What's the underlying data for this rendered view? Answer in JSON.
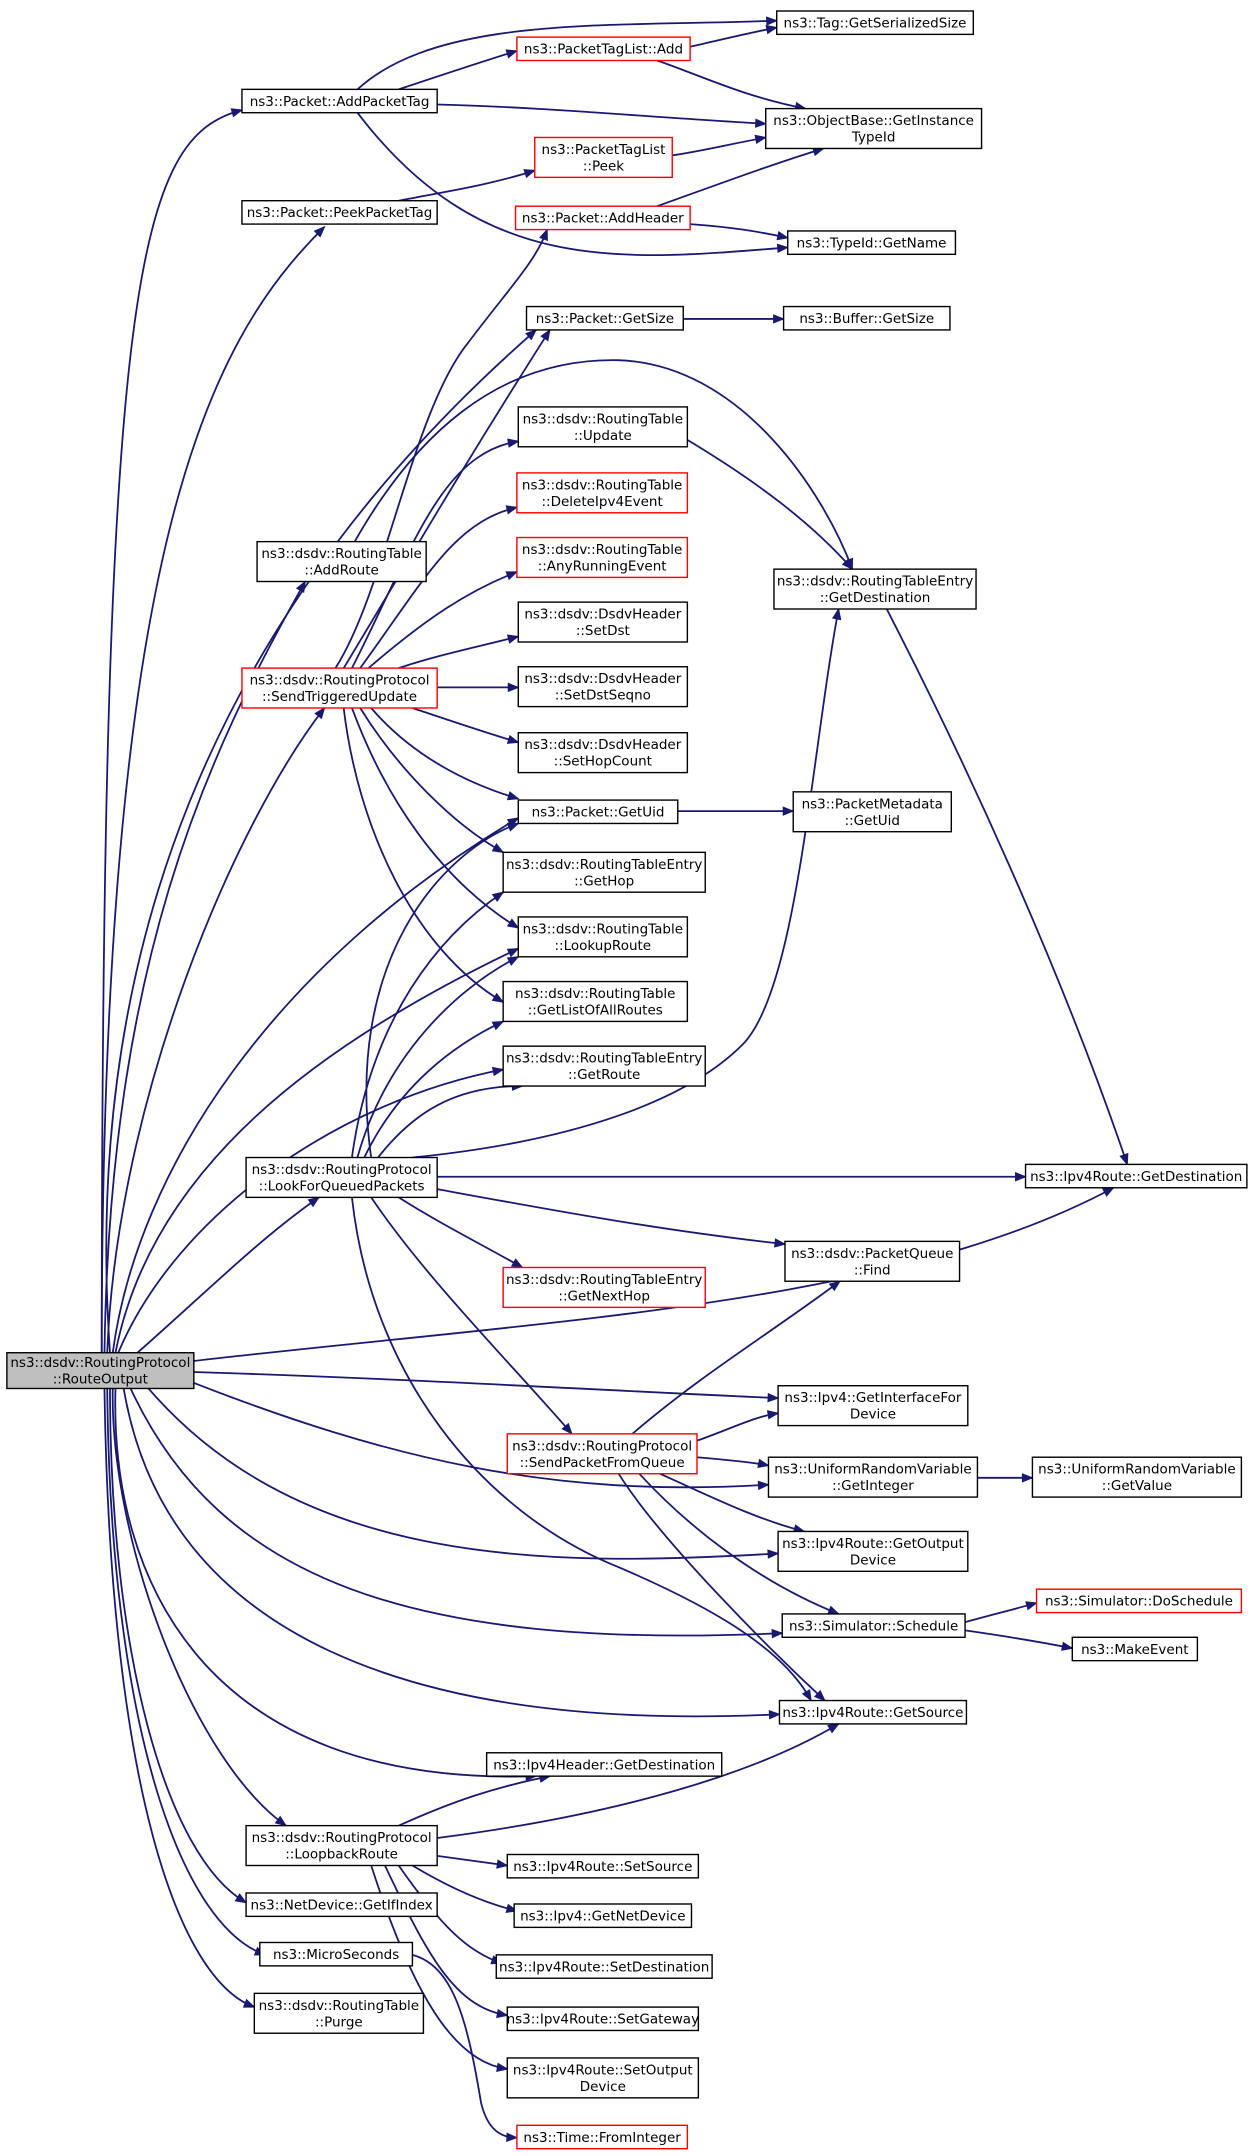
{
  "nodes": [
    {
      "id": "root",
      "lines": [
        "ns3::dsdv::RoutingProtocol",
        "::RouteOutput"
      ],
      "style": "root"
    },
    {
      "id": "addPacketTag",
      "lines": [
        "ns3::Packet::AddPacketTag"
      ],
      "style": "normal"
    },
    {
      "id": "tagSerSize",
      "lines": [
        "ns3::Tag::GetSerializedSize"
      ],
      "style": "normal"
    },
    {
      "id": "ptlAdd",
      "lines": [
        "ns3::PacketTagList::Add"
      ],
      "style": "red"
    },
    {
      "id": "objBase",
      "lines": [
        "ns3::ObjectBase::GetInstance",
        "TypeId"
      ],
      "style": "normal"
    },
    {
      "id": "ptlPeek",
      "lines": [
        "ns3::PacketTagList",
        "::Peek"
      ],
      "style": "red"
    },
    {
      "id": "peekPacketTag",
      "lines": [
        "ns3::Packet::PeekPacketTag"
      ],
      "style": "normal"
    },
    {
      "id": "addHeader",
      "lines": [
        "ns3::Packet::AddHeader"
      ],
      "style": "red"
    },
    {
      "id": "typeIdName",
      "lines": [
        "ns3::TypeId::GetName"
      ],
      "style": "normal"
    },
    {
      "id": "getSize",
      "lines": [
        "ns3::Packet::GetSize"
      ],
      "style": "normal"
    },
    {
      "id": "bufGetSize",
      "lines": [
        "ns3::Buffer::GetSize"
      ],
      "style": "normal"
    },
    {
      "id": "rtUpdate",
      "lines": [
        "ns3::dsdv::RoutingTable",
        "::Update"
      ],
      "style": "normal"
    },
    {
      "id": "rtDelEvent",
      "lines": [
        "ns3::dsdv::RoutingTable",
        "::DeleteIpv4Event"
      ],
      "style": "red"
    },
    {
      "id": "rtAnyRunning",
      "lines": [
        "ns3::dsdv::RoutingTable",
        "::AnyRunningEvent"
      ],
      "style": "red"
    },
    {
      "id": "rtAddRoute",
      "lines": [
        "ns3::dsdv::RoutingTable",
        "::AddRoute"
      ],
      "style": "normal"
    },
    {
      "id": "rteGetDest",
      "lines": [
        "ns3::dsdv::RoutingTableEntry",
        "::GetDestination"
      ],
      "style": "normal"
    },
    {
      "id": "hdrSetDst",
      "lines": [
        "ns3::dsdv::DsdvHeader",
        "::SetDst"
      ],
      "style": "normal"
    },
    {
      "id": "sendTrig",
      "lines": [
        "ns3::dsdv::RoutingProtocol",
        "::SendTriggeredUpdate"
      ],
      "style": "red"
    },
    {
      "id": "hdrSetSeq",
      "lines": [
        "ns3::dsdv::DsdvHeader",
        "::SetDstSeqno"
      ],
      "style": "normal"
    },
    {
      "id": "hdrSetHop",
      "lines": [
        "ns3::dsdv::DsdvHeader",
        "::SetHopCount"
      ],
      "style": "normal"
    },
    {
      "id": "getUid",
      "lines": [
        "ns3::Packet::GetUid"
      ],
      "style": "normal"
    },
    {
      "id": "pmGetUid",
      "lines": [
        "ns3::PacketMetadata",
        "::GetUid"
      ],
      "style": "normal"
    },
    {
      "id": "rteGetHop",
      "lines": [
        "ns3::dsdv::RoutingTableEntry",
        "::GetHop"
      ],
      "style": "normal"
    },
    {
      "id": "rtLookup",
      "lines": [
        "ns3::dsdv::RoutingTable",
        "::LookupRoute"
      ],
      "style": "normal"
    },
    {
      "id": "rtListAll",
      "lines": [
        "ns3::dsdv::RoutingTable",
        "::GetListOfAllRoutes"
      ],
      "style": "normal"
    },
    {
      "id": "rteGetRoute",
      "lines": [
        "ns3::dsdv::RoutingTableEntry",
        "::GetRoute"
      ],
      "style": "normal"
    },
    {
      "id": "lookQueued",
      "lines": [
        "ns3::dsdv::RoutingProtocol",
        "::LookForQueuedPackets"
      ],
      "style": "normal"
    },
    {
      "id": "ipv4RouteDest",
      "lines": [
        "ns3::Ipv4Route::GetDestination"
      ],
      "style": "normal"
    },
    {
      "id": "pqFind",
      "lines": [
        "ns3::dsdv::PacketQueue",
        "::Find"
      ],
      "style": "normal"
    },
    {
      "id": "rteNextHop",
      "lines": [
        "ns3::dsdv::RoutingTableEntry",
        "::GetNextHop"
      ],
      "style": "red"
    },
    {
      "id": "ipv4IfDev",
      "lines": [
        "ns3::Ipv4::GetInterfaceFor",
        "Device"
      ],
      "style": "normal"
    },
    {
      "id": "sendFromQ",
      "lines": [
        "ns3::dsdv::RoutingProtocol",
        "::SendPacketFromQueue"
      ],
      "style": "red"
    },
    {
      "id": "urvGetInt",
      "lines": [
        "ns3::UniformRandomVariable",
        "::GetInteger"
      ],
      "style": "normal"
    },
    {
      "id": "urvGetVal",
      "lines": [
        "ns3::UniformRandomVariable",
        "::GetValue"
      ],
      "style": "normal"
    },
    {
      "id": "ipv4OutDev",
      "lines": [
        "ns3::Ipv4Route::GetOutput",
        "Device"
      ],
      "style": "normal"
    },
    {
      "id": "simDoSched",
      "lines": [
        "ns3::Simulator::DoSchedule"
      ],
      "style": "red"
    },
    {
      "id": "simSched",
      "lines": [
        "ns3::Simulator::Schedule"
      ],
      "style": "normal"
    },
    {
      "id": "makeEvent",
      "lines": [
        "ns3::MakeEvent"
      ],
      "style": "normal"
    },
    {
      "id": "ipv4Source",
      "lines": [
        "ns3::Ipv4Route::GetSource"
      ],
      "style": "normal"
    },
    {
      "id": "ipv4HdrDest",
      "lines": [
        "ns3::Ipv4Header::GetDestination"
      ],
      "style": "normal"
    },
    {
      "id": "loopback",
      "lines": [
        "ns3::dsdv::RoutingProtocol",
        "::LoopbackRoute"
      ],
      "style": "normal"
    },
    {
      "id": "setSource",
      "lines": [
        "ns3::Ipv4Route::SetSource"
      ],
      "style": "normal"
    },
    {
      "id": "ndIfIndex",
      "lines": [
        "ns3::NetDevice::GetIfIndex"
      ],
      "style": "normal"
    },
    {
      "id": "getNetDev",
      "lines": [
        "ns3::Ipv4::GetNetDevice"
      ],
      "style": "normal"
    },
    {
      "id": "microSec",
      "lines": [
        "ns3::MicroSeconds"
      ],
      "style": "normal"
    },
    {
      "id": "setDest",
      "lines": [
        "ns3::Ipv4Route::SetDestination"
      ],
      "style": "normal"
    },
    {
      "id": "rtPurge",
      "lines": [
        "ns3::dsdv::RoutingTable",
        "::Purge"
      ],
      "style": "normal"
    },
    {
      "id": "setGateway",
      "lines": [
        "ns3::Ipv4Route::SetGateway"
      ],
      "style": "normal"
    },
    {
      "id": "setOutDev",
      "lines": [
        "ns3::Ipv4Route::SetOutput",
        "Device"
      ],
      "style": "normal"
    },
    {
      "id": "fromInt",
      "lines": [
        "ns3::Time::FromInteger"
      ],
      "style": "red"
    }
  ]
}
